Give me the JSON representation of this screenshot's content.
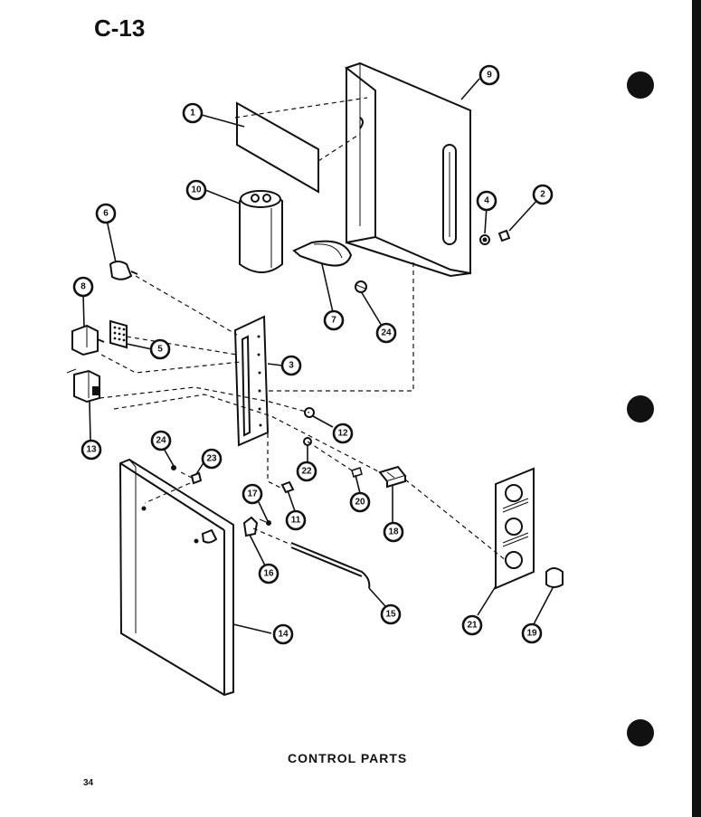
{
  "page_code": "C-13",
  "caption": "CONTROL PARTS",
  "page_number": "34",
  "callouts": [
    "1",
    "10",
    "9",
    "4",
    "2",
    "6",
    "7",
    "24",
    "8",
    "5",
    "3",
    "12",
    "13",
    "24",
    "23",
    "22",
    "20",
    "18",
    "17",
    "11",
    "16",
    "15",
    "21",
    "19",
    "14"
  ]
}
